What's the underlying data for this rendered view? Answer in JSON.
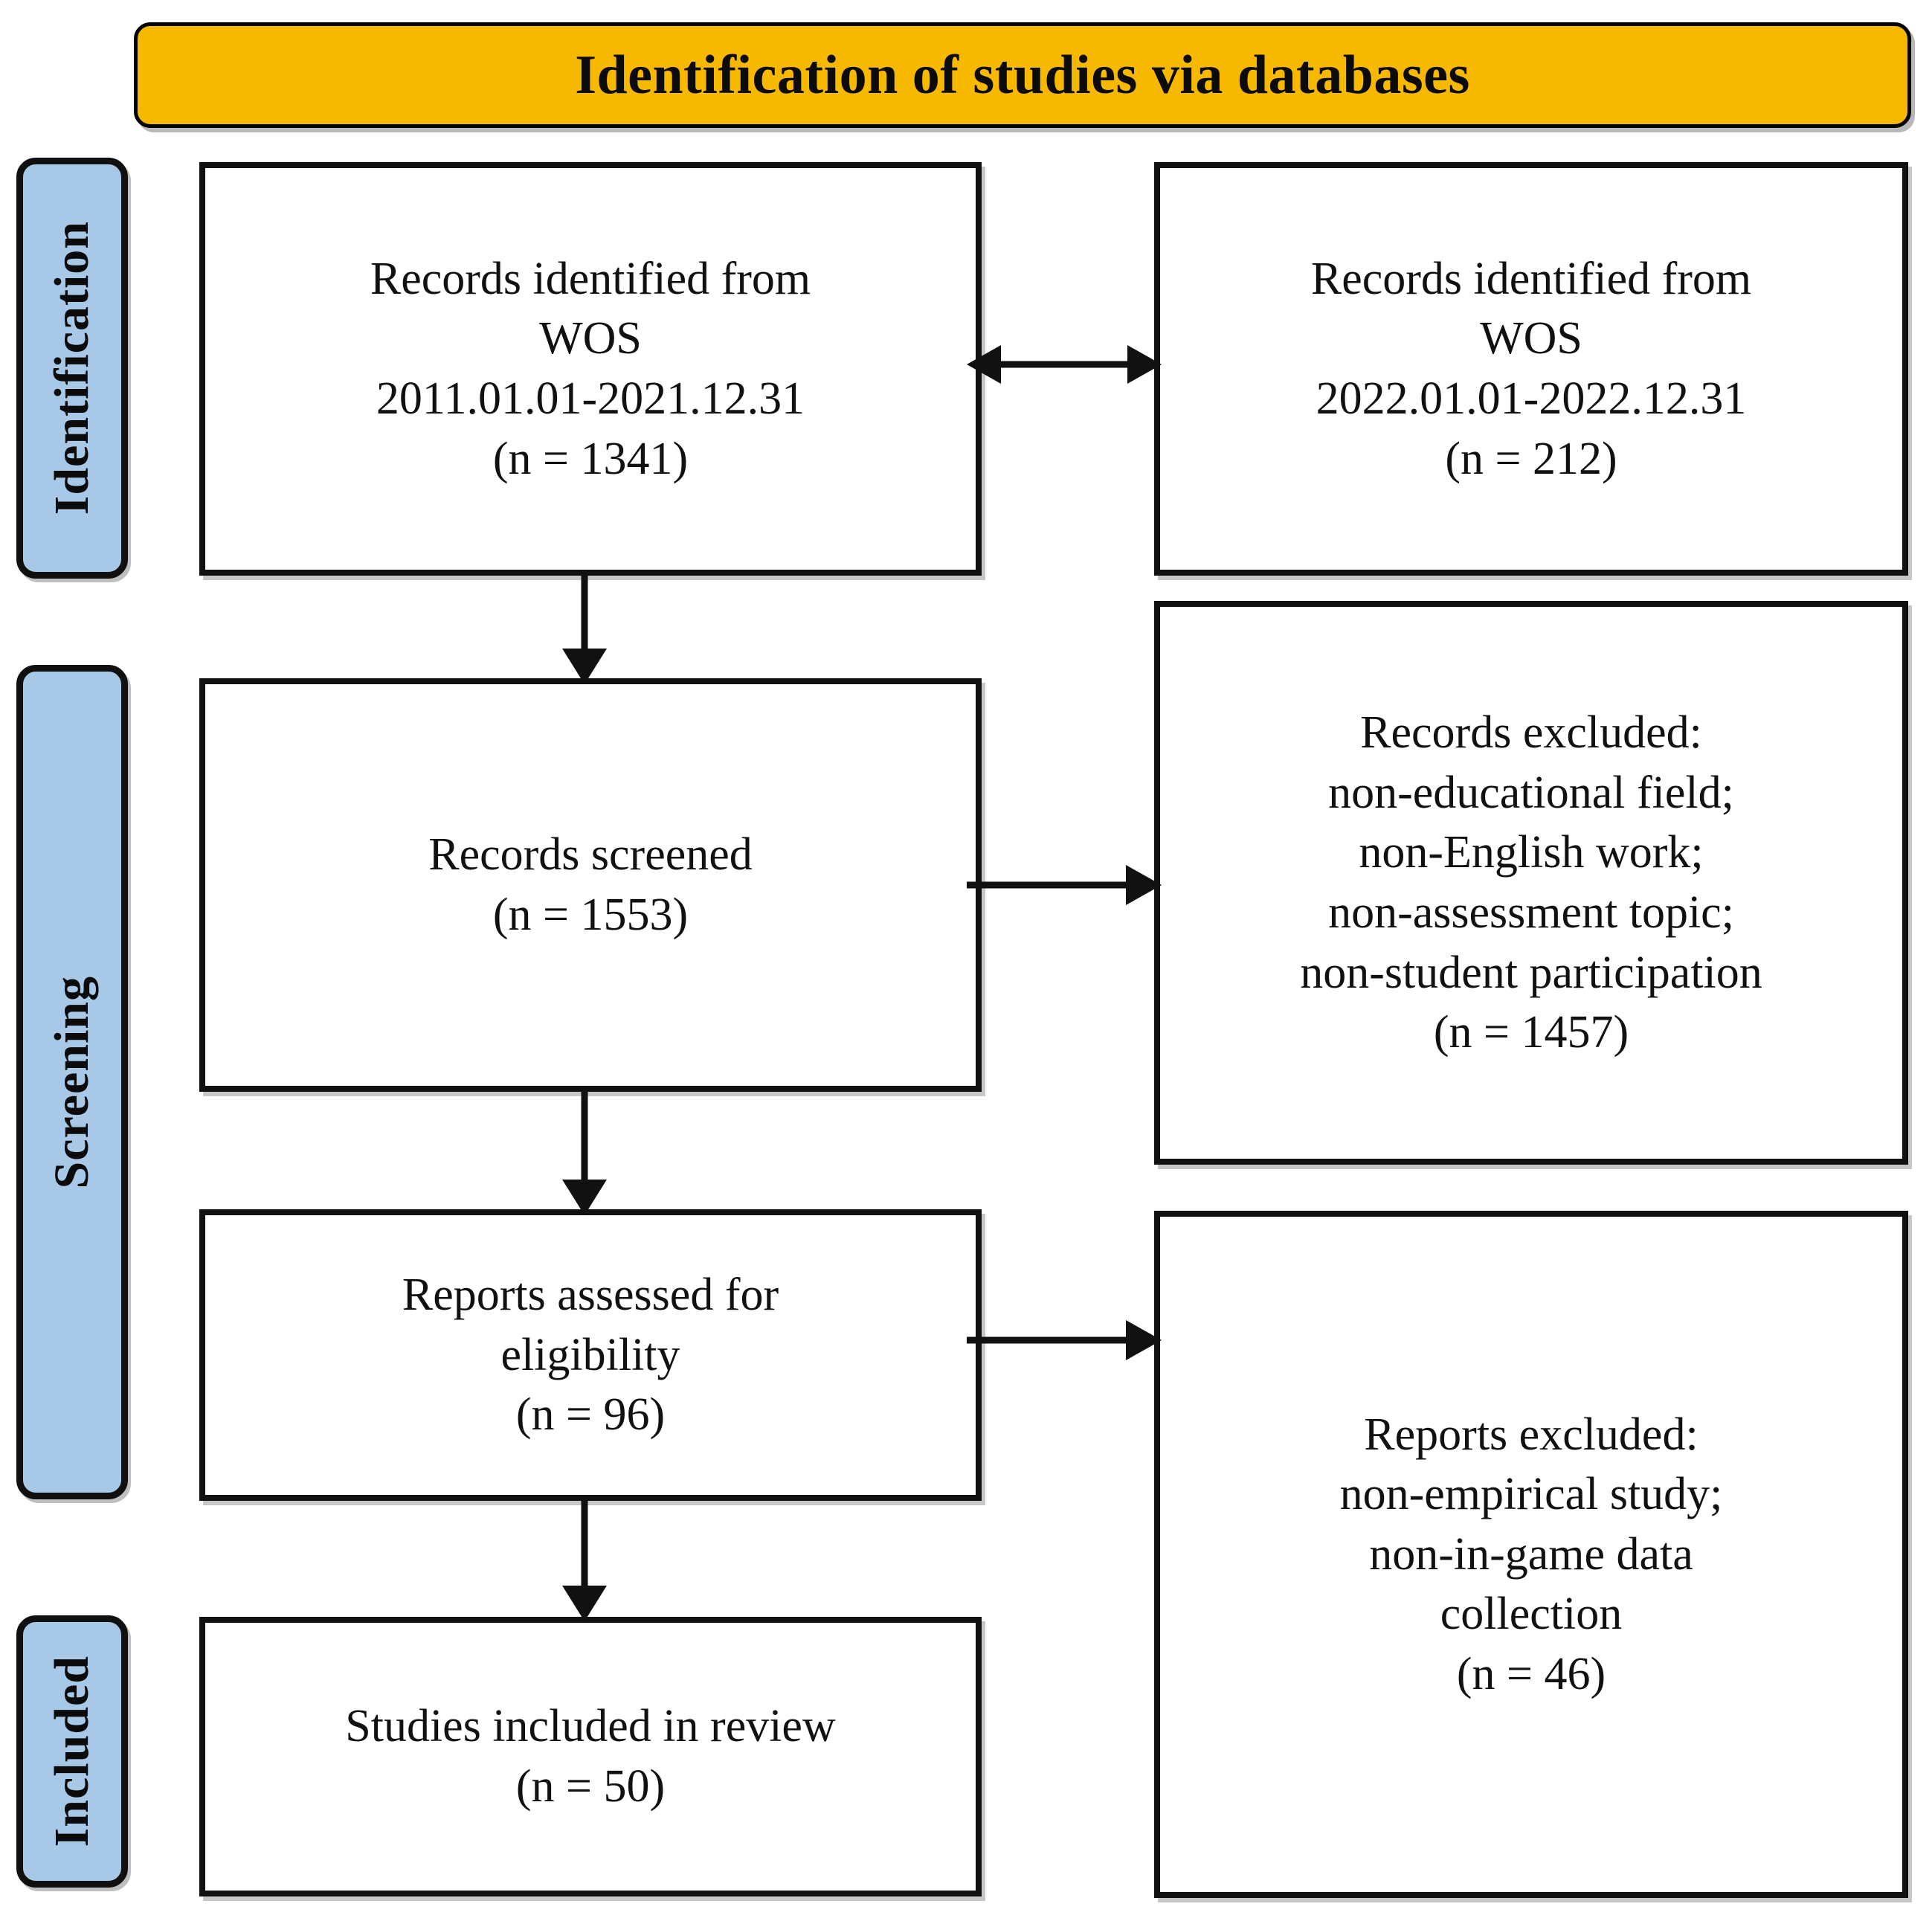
{
  "header": {
    "title": "Identification of studies via databases",
    "background_color": "#F7B900",
    "border_color": "#000000"
  },
  "sidebar": {
    "background_color": "#A7C8E7",
    "items": [
      {
        "label": "Identification"
      },
      {
        "label": "Screening"
      },
      {
        "label": "Included"
      }
    ]
  },
  "flow": {
    "boxes": [
      {
        "id": "records-identified-wos-2011-2021",
        "lines": [
          "Records identified from",
          "WOS",
          "2011.01.01-2021.12.31",
          "(n = 1341)"
        ],
        "count": 1341
      },
      {
        "id": "records-identified-wos-2022",
        "lines": [
          "Records identified from",
          "WOS",
          "2022.01.01-2022.12.31",
          "(n = 212)"
        ],
        "count": 212
      },
      {
        "id": "records-screened",
        "lines": [
          "Records screened",
          "(n = 1553)"
        ],
        "count": 1553
      },
      {
        "id": "records-excluded",
        "lines": [
          "Records excluded:",
          "non-educational field;",
          "non-English work;",
          "non-assessment topic;",
          "non-student participation",
          "(n = 1457)"
        ],
        "count": 1457
      },
      {
        "id": "reports-assessed-eligibility",
        "lines": [
          "Reports assessed for",
          "eligibility",
          "(n = 96)"
        ],
        "count": 96
      },
      {
        "id": "reports-excluded",
        "lines": [
          "Reports excluded:",
          "non-empirical study;",
          "non-in-game data",
          "collection",
          "(n = 46)"
        ],
        "count": 46
      },
      {
        "id": "studies-included-in-review",
        "lines": [
          "Studies included in review",
          "(n = 50)"
        ],
        "count": 50
      }
    ],
    "connectors": [
      {
        "name": "double-headed-arrow-top",
        "direction": "bidirectional-horizontal"
      },
      {
        "name": "arrow-identified-to-screened",
        "direction": "down"
      },
      {
        "name": "arrow-screened-to-records-excluded",
        "direction": "right"
      },
      {
        "name": "arrow-screened-to-eligibility",
        "direction": "down"
      },
      {
        "name": "arrow-eligibility-to-reports-excluded",
        "direction": "right"
      },
      {
        "name": "arrow-eligibility-to-included",
        "direction": "down"
      }
    ]
  }
}
